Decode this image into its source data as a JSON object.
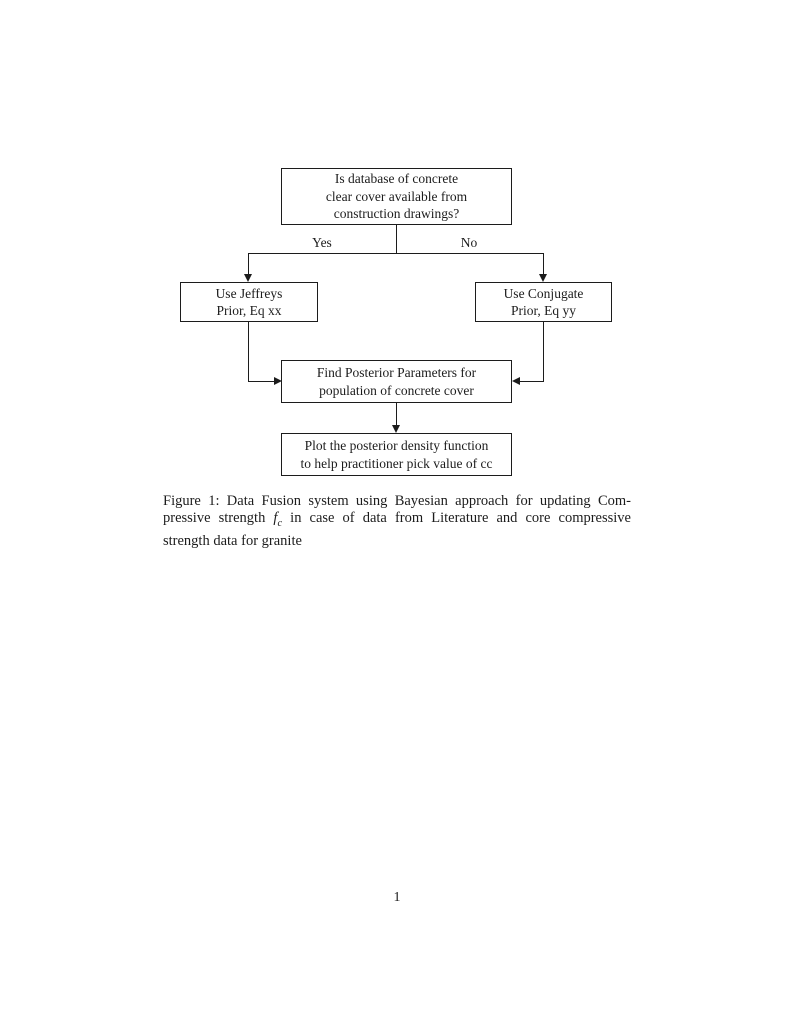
{
  "page": {
    "number": "1"
  },
  "flowchart": {
    "decision": {
      "lines": [
        "Is database of concrete",
        "clear cover available from",
        "construction drawings?"
      ]
    },
    "branches": {
      "yes": "Yes",
      "no": "No"
    },
    "jeffreys": {
      "lines": [
        "Use Jeffreys",
        "Prior, Eq xx"
      ]
    },
    "conjugate": {
      "lines": [
        "Use Conjugate",
        "Prior, Eq yy"
      ]
    },
    "posterior": {
      "lines": [
        "Find Posterior Parameters for",
        "population of concrete cover"
      ]
    },
    "plot": {
      "lines": [
        "Plot the posterior density function",
        "to help practitioner pick value of cc"
      ]
    }
  },
  "caption": {
    "line1": "Figure 1: Data Fusion system using Bayesian approach for updating Com-",
    "line2_pre": "pressive strength ",
    "math_var": "f",
    "math_sub": "c",
    "line2_post": " in case of data from Literature and core compressive",
    "line3": "strength data for granite"
  },
  "colors": {
    "ink": "#1c1c1c",
    "background": "#ffffff"
  }
}
